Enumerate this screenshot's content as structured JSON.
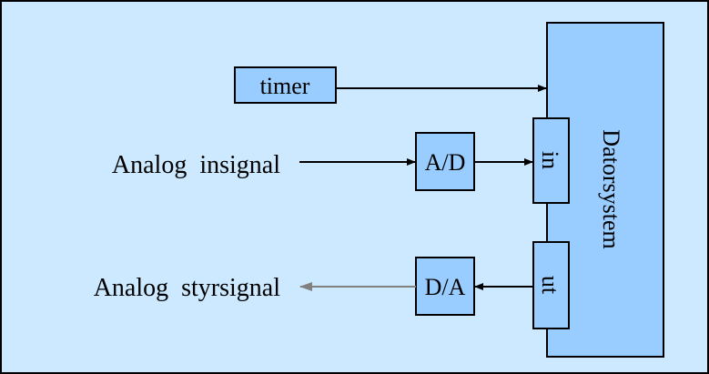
{
  "colors": {
    "background": "#cce9ff",
    "block_fill": "#99ccff",
    "stroke": "#000000",
    "output_arrow": "#808080"
  },
  "diagram": {
    "timer_label": "timer",
    "ad_label": "A/D",
    "da_label": "D/A",
    "in_port_label": "in",
    "ut_port_label": "ut",
    "system_label": "Datorsystem",
    "input_signal_label": "Analog  insignal",
    "output_signal_label": "Analog  styrsignal"
  }
}
